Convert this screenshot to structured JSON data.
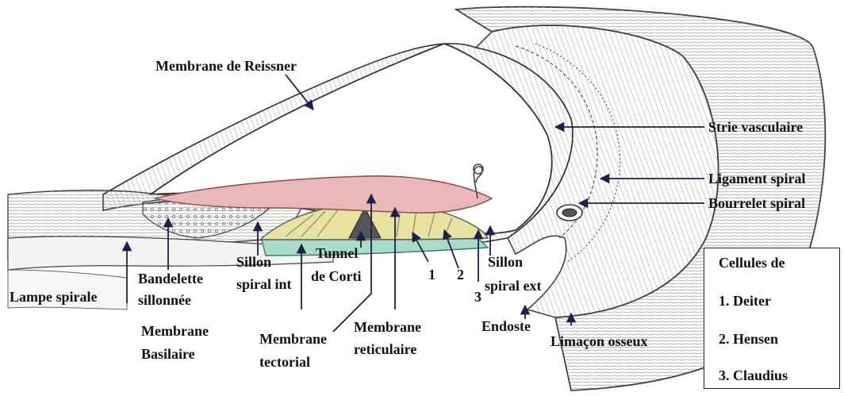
{
  "labels": {
    "reissner": "Membrane de Reissner",
    "strie": "Strie vasculaire",
    "ligament": "Ligament spiral",
    "bourrelet": "Bourrelet spiral",
    "lampe": "Lampe spirale",
    "bandelette_1": "Bandelette",
    "bandelette_2": "sillonnée",
    "sillon_int_1": "Sillon",
    "sillon_int_2": "spiral int",
    "tunnel_1": "Tunnel",
    "tunnel_2": "de Corti",
    "n1": "1",
    "n2": "2",
    "n3": "3",
    "sillon_ext_1": "Sillon",
    "sillon_ext_2": "spiral ext",
    "basilaire_1": "Membrane",
    "basilaire_2": "Basilaire",
    "tectorial_1": "Membrane",
    "tectorial_2": "tectorial",
    "reticulaire_1": "Membrane",
    "reticulaire_2": "reticulaire",
    "endoste": "Endoste",
    "limacon": "Limaçon osseux"
  },
  "legend": {
    "title": "Cellules de",
    "items": [
      "1. Deiter",
      "2. Hensen",
      "3. Claudius"
    ]
  },
  "colors": {
    "arrow": "#1f1f4d",
    "tectorial_fill": "#e9b7b7",
    "organ_fill": "#e8e2a0",
    "basilar_fill": "#a8dcc8",
    "tissue_line": "#444444"
  }
}
